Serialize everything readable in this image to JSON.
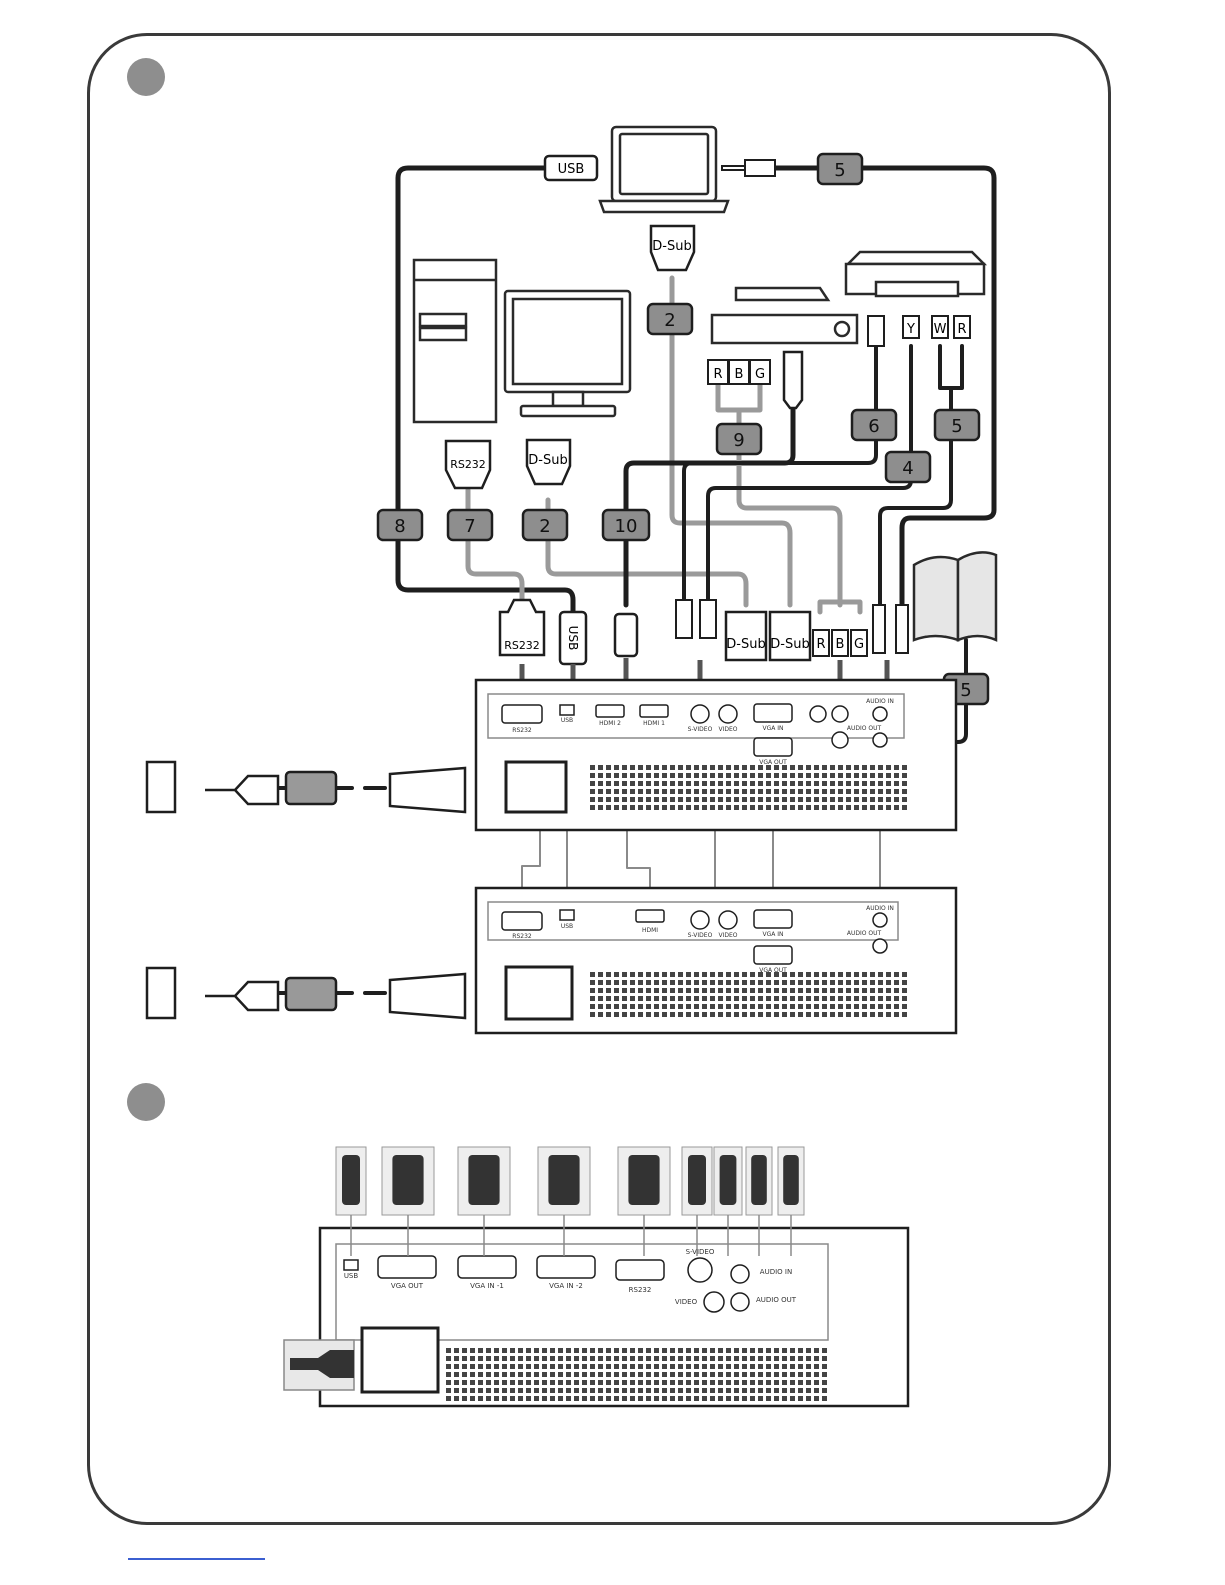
{
  "cable_badges": [
    "5",
    "2",
    "9",
    "6",
    "5",
    "4",
    "8",
    "7",
    "2",
    "10",
    "5"
  ],
  "plug_labels": {
    "usb": "USB",
    "dsub": "D-Sub",
    "rs232": "RS232",
    "r": "R",
    "b": "B",
    "g": "G",
    "y": "Y",
    "w": "W"
  },
  "panel_labels_a": [
    "RS232",
    "USB",
    "HDMI 2",
    "HDMI 1",
    "S-VIDEO",
    "VIDEO",
    "VGA IN",
    "VGA OUT",
    "AUDIO IN",
    "AUDIO OUT"
  ],
  "panel_labels_b": [
    "RS232",
    "USB",
    "HDMI",
    "S-VIDEO",
    "VIDEO",
    "VGA IN",
    "VGA OUT",
    "AUDIO IN",
    "AUDIO OUT"
  ],
  "panel_labels_c": [
    "USB",
    "VGA OUT",
    "VGA IN -1",
    "VGA IN -2",
    "RS232",
    "S-VIDEO",
    "VIDEO",
    "AUDIO IN",
    "AUDIO OUT"
  ],
  "colors": {
    "frame": "#3a3a3a",
    "badge": "#8e8e8e",
    "cable_dark": "#1e1e1e",
    "cable_grey": "#9a9a9a",
    "link": "#3b5fd1"
  }
}
